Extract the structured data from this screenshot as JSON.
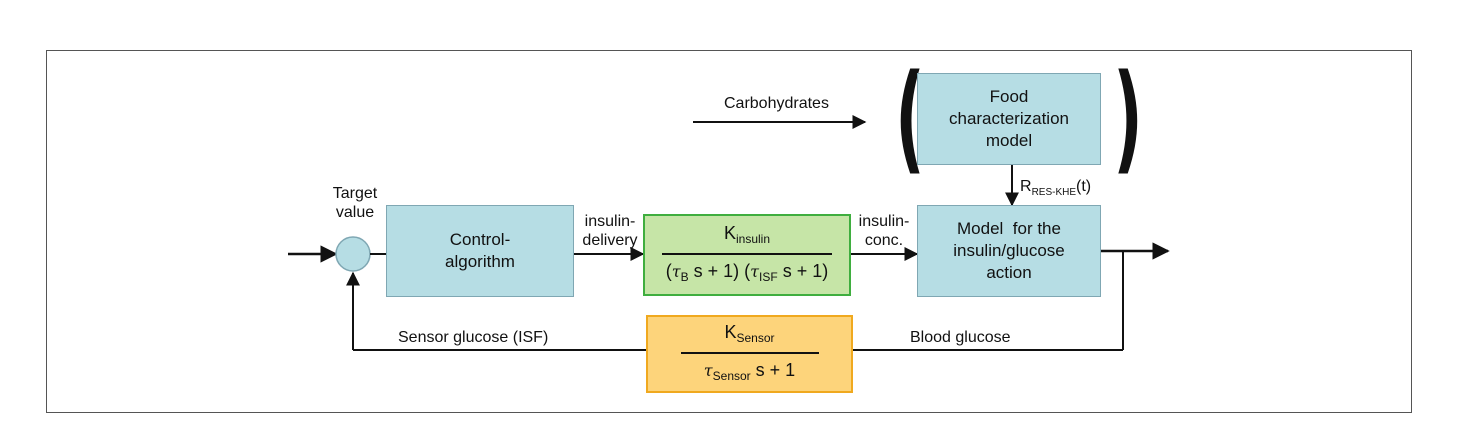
{
  "inputs": {
    "carbohydrates": "Carbohydrates",
    "target_value_line1": "Target",
    "target_value_line2": "value"
  },
  "blocks": {
    "control_algorithm": {
      "line1": "Control-",
      "line2": "algorithm"
    },
    "food_model": {
      "line1": "Food",
      "line2": "characterization",
      "line3": "model"
    },
    "insulin_glucose_model": {
      "line1": "Model  for the",
      "line2": "insulin/glucose",
      "line3": "action"
    },
    "insulin_tf": {
      "num_K": "K",
      "num_sub": "insulin",
      "den_tau": "τ",
      "den_sub1": "B",
      "den_mid": " s + 1) (",
      "den_sub2": "ISF",
      "den_end": " s + 1)",
      "den_open": "("
    },
    "sensor_tf": {
      "num_K": "K",
      "num_sub": "Sensor",
      "den_tau": "τ",
      "den_sub": "Sensor",
      "den_end": " s + 1"
    }
  },
  "signals": {
    "insulin_delivery_line1": "insulin-",
    "insulin_delivery_line2": "delivery",
    "insulin_conc_line1": "insulin-",
    "insulin_conc_line2": "conc.",
    "r_res_main": "R",
    "r_res_sub": "RES-KHE",
    "r_res_arg": "(t)",
    "sensor_glucose": "Sensor glucose (ISF)",
    "blood_glucose": "Blood glucose"
  },
  "colors": {
    "blue_block": "#b6dde4",
    "green_block": "#c6e5a7",
    "yellow_block": "#fdd47b"
  }
}
